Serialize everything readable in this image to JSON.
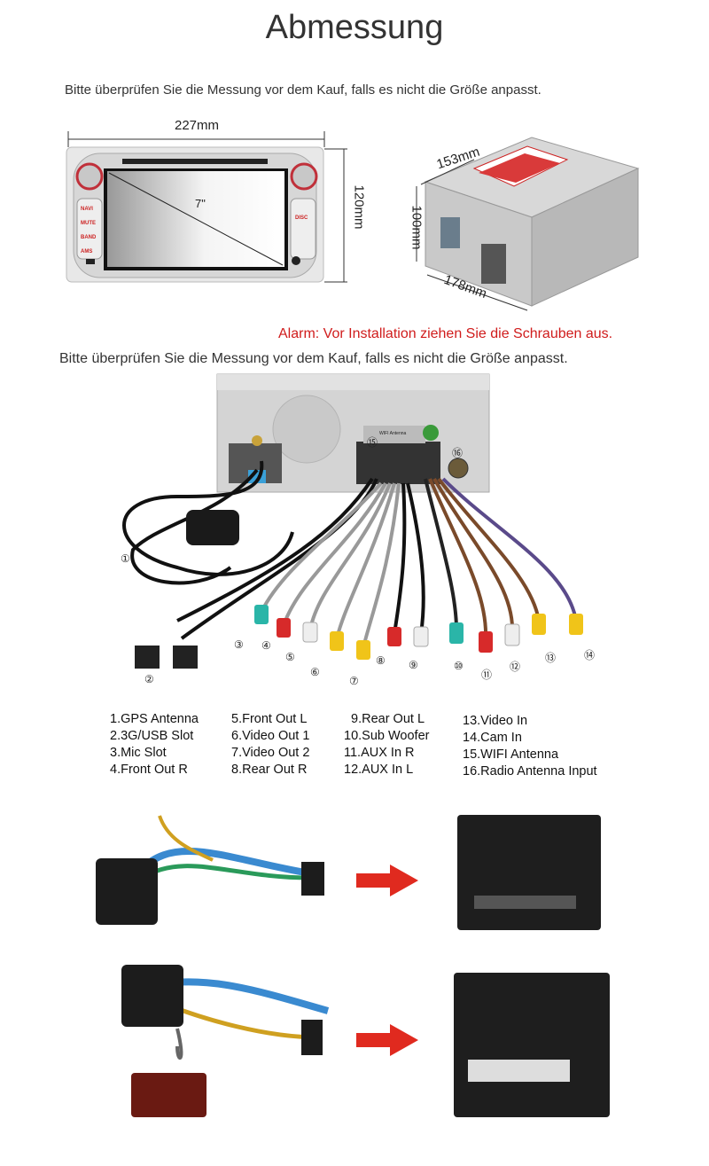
{
  "title": "Abmessung",
  "note_top": "Bitte überprüfen Sie die Messung vor dem Kauf, falls es nicht die Größe anpasst.",
  "front_unit": {
    "width": "227mm",
    "height": "120mm",
    "screen": "7\"",
    "buttons_left": [
      "NAVI",
      "MUTE",
      "BAND",
      "AMS"
    ],
    "buttons_right": [
      "DISC"
    ]
  },
  "box_unit": {
    "width": "153mm",
    "height": "100mm",
    "depth": "178mm"
  },
  "alarm": "Alarm: Vor Installation ziehen Sie die Schrauben aus.",
  "note_second": "Bitte überprüfen Sie die Messung vor dem Kauf, falls es nicht die Größe anpasst.",
  "panel_label": "WIFI Antenna",
  "callouts": [
    "①",
    "②",
    "③",
    "④",
    "⑤",
    "⑥",
    "⑦",
    "⑧",
    "⑨",
    "⑩",
    "⑪",
    "⑫",
    "⑬",
    "⑭",
    "⑮",
    "⑯"
  ],
  "legend": [
    [
      "1.GPS Antenna",
      "2.3G/USB Slot",
      "3.Mic Slot",
      "4.Front Out R"
    ],
    [
      "5.Front Out L",
      "6.Video Out 1",
      "7.Video Out 2",
      "8.Rear Out R"
    ],
    [
      "9.Rear Out L",
      "10.Sub Woofer",
      "11.AUX In R",
      "12.AUX In L"
    ],
    [
      "13.Video In",
      "14.Cam In",
      "15.WIFI Antenna",
      "16.Radio Antenna Input"
    ]
  ],
  "colors": {
    "alarm": "#d01c1c",
    "arrow": "#e02a1f"
  }
}
